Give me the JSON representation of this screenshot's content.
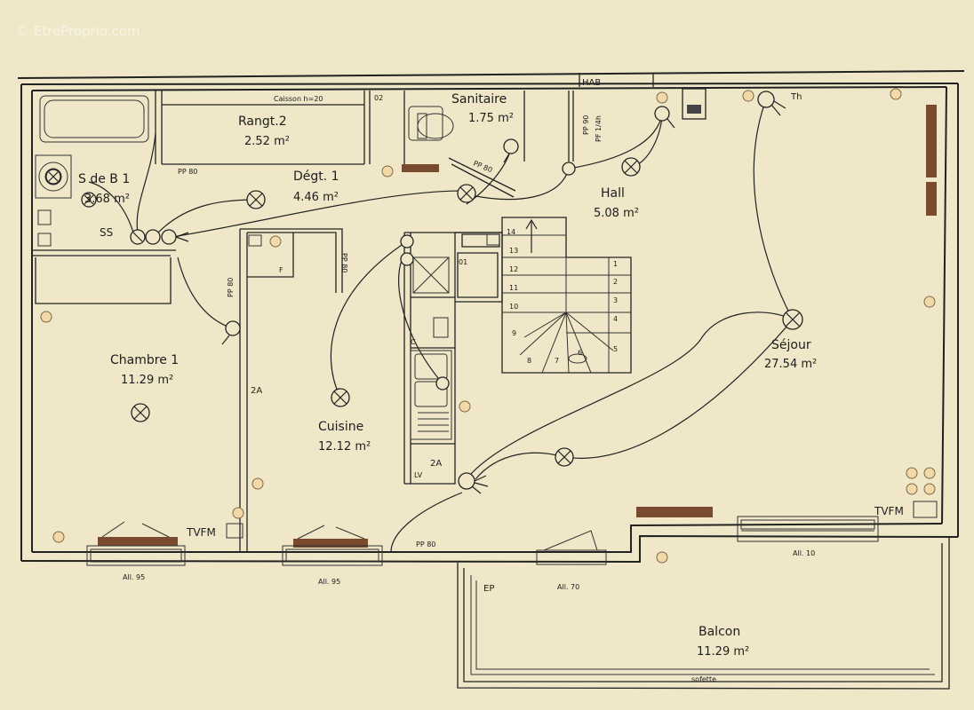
{
  "watermark": "© EtreProprio.com",
  "rooms": {
    "sdb": {
      "name": "S de B 1",
      "area": "3.68 m²"
    },
    "rangt": {
      "name": "Rangt.2",
      "area": "2.52 m²"
    },
    "sanitaire": {
      "name": "Sanitaire",
      "area": "1.75 m²"
    },
    "degt": {
      "name": "Dégt. 1",
      "area": "4.46 m²"
    },
    "hall": {
      "name": "Hall",
      "area": "5.08 m²"
    },
    "chambre": {
      "name": "Chambre 1",
      "area": "11.29 m²"
    },
    "cuisine": {
      "name": "Cuisine",
      "area": "12.12 m²"
    },
    "sejour": {
      "name": "Séjour",
      "area": "27.54 m²"
    },
    "balcon": {
      "name": "Balcon",
      "area": "11.29 m²"
    }
  },
  "labels": {
    "caisson": "Caisson h=20",
    "o2": "02",
    "hab": "HAB",
    "pp90": "PP 90",
    "pf": "PF 1/4h",
    "pp80_a": "PP 80",
    "pp80_b": "PP 80",
    "pp80_c": "PP 80",
    "pp80_d": "PP 80",
    "pp80_e": "PP 80",
    "ss": "SS",
    "th": "Th",
    "o1": "01",
    "f": "F",
    "c": "C",
    "lv": "LV",
    "ep": "EP",
    "tvfm_left": "TVFM",
    "tvfm_right": "TVFM",
    "all95_a": "All. 95",
    "all95_b": "All. 95",
    "all70": "All. 70",
    "all10": "All. 10",
    "twoA_a": "2A",
    "twoA_b": "2A",
    "balcon_small": "sofette"
  },
  "stairs": {
    "steps": [
      "14",
      "13",
      "12",
      "11",
      "10",
      "9",
      "8",
      "7",
      "6",
      "5",
      "4",
      "3",
      "2",
      "1"
    ]
  },
  "colors": {
    "paper": "#efe7c8",
    "ink": "#222222",
    "accent": "#7a4a2e"
  }
}
